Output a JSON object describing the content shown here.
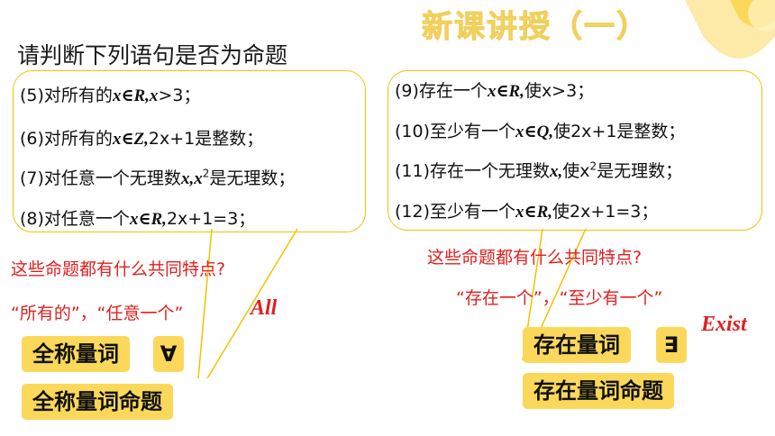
{
  "heading": "新课讲授（一）",
  "question": "请判断下列语句是否为命题",
  "left_group": {
    "items": [
      {
        "num": "(5)",
        "pre": "对所有的",
        "math": "x∈R,x",
        "post": ">3；"
      },
      {
        "num": "(6)",
        "pre": "对所有的",
        "math": "x∈Z,",
        "post": "2x+1是整数；"
      },
      {
        "num": "(7)",
        "pre": "对任意一个无理数",
        "math": "x,x",
        "sup": "2",
        "post": "是无理数；"
      },
      {
        "num": "(8)",
        "pre": "对任意一个",
        "math": "x∈R,",
        "post": "2x+1=3；"
      }
    ],
    "question": "这些命题都有什么共同特点?",
    "phrase": "“所有的”，“任意一个”",
    "english": "All",
    "tag_quantifier": "全称量词",
    "symbol": "∀",
    "tag_proposition": "全称量词命题"
  },
  "right_group": {
    "items": [
      {
        "num": "(9)",
        "pre": "存在一个",
        "math": "x∈R,",
        "post": "使x>3；"
      },
      {
        "num": "(10)",
        "pre": "至少有一个",
        "math": "x∈Q,",
        "post": "使2x+1是整数；"
      },
      {
        "num": "(11)",
        "pre": "存在一个无理数",
        "math": "x,",
        "post": "使x",
        "sup": "2",
        "post2": "是无理数；"
      },
      {
        "num": "(12)",
        "pre": "至少有一个",
        "math": "x∈R,",
        "post": "使2x+1=3；"
      }
    ],
    "question": "这些命题都有什么共同特点?",
    "phrase": "“存在一个”，“至少有一个”",
    "english": "Exist",
    "tag_quantifier": "存在量词",
    "symbol": "∃",
    "tag_proposition": "存在量词命题"
  },
  "colors": {
    "accent": "#fbd85a",
    "border": "#f2c200",
    "red": "#e02020",
    "heading": "#f6dc74"
  }
}
